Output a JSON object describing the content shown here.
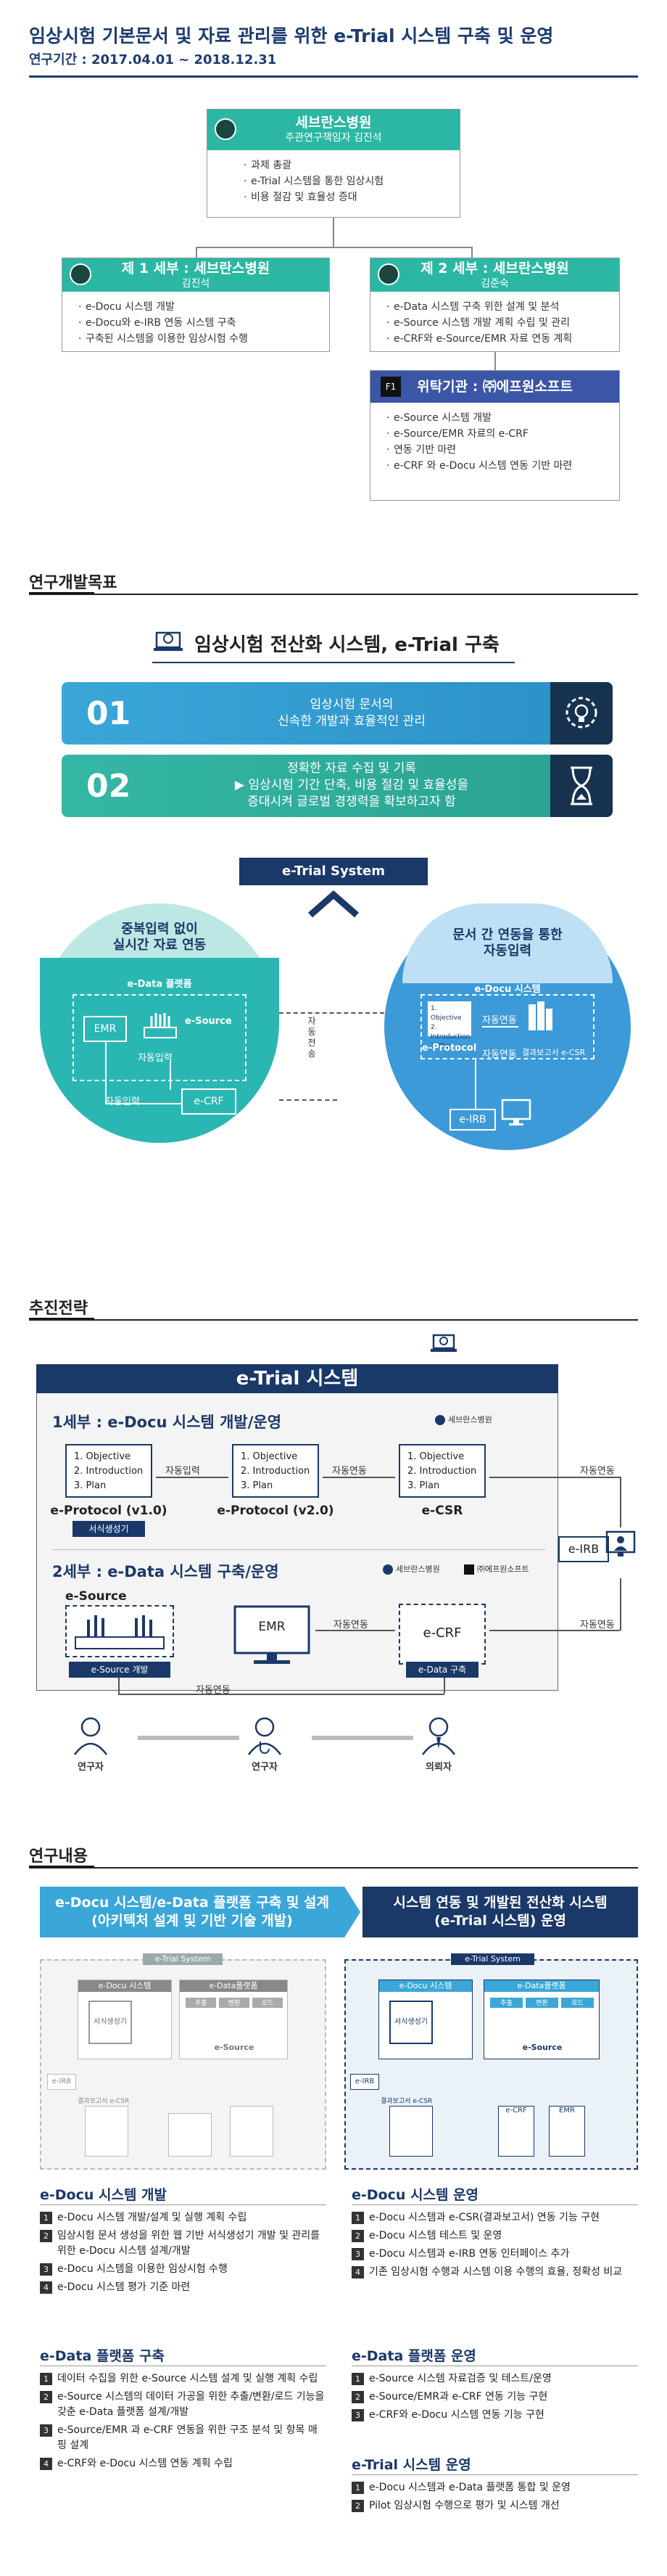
{
  "header": {
    "title": "임상시험 기본문서 및 자료 관리를 위한 e-Trial 시스템 구축 및 운영",
    "period": "연구기간 : 2017.04.01 ~ 2018.12.31"
  },
  "org": {
    "main": {
      "name": "세브란스병원",
      "sub": "주관연구책임자 김진석",
      "items": [
        "과제 총괄",
        "e-Trial 시스템을 통한 임상시험",
        "비용 절감 및 효율성 증대"
      ]
    },
    "sub1": {
      "name": "제 1 세부 : 세브란스병원",
      "sub": "김진석",
      "items": [
        "e-Docu 시스템 개발",
        "e-Docu와 e-IRB 연동 시스템 구축",
        "구축된 시스템을 이용한 임상시험 수행"
      ]
    },
    "sub2": {
      "name": "제 2 세부 : 세브란스병원",
      "sub": "김준숙",
      "items": [
        "e-Data 시스템 구축 위한 설계 및 분석",
        "e-Source 시스템 개발 계획 수립 및 관리",
        "e-CRF와 e-Source/EMR 자료 연동 계획"
      ]
    },
    "contract": {
      "label": "위탁기관 : ㈜에프원소프트",
      "badge": "F1",
      "items": [
        "e-Source 시스템 개발",
        "e-Source/EMR 자료의 e-CRF",
        "연동 기반 마련",
        "e-CRF 와 e-Docu 시스템 연동 기반 마련"
      ]
    }
  },
  "goals": {
    "heading": "연구개발목표",
    "title": "임상시험 전산화 시스템, e-Trial 구축",
    "items": [
      {
        "num": "01",
        "lines": [
          "임상시험 문서의",
          "신속한 개발과 효율적인 관리"
        ]
      },
      {
        "num": "02",
        "lines": [
          "정확한 자료 수집 및 기록",
          "▶ 임상시험 기간 단축, 비용 절감 및 효율성을",
          "증대시켜 글로벌 경쟁력을 확보하고자 함"
        ]
      }
    ]
  },
  "system": {
    "tag": "e-Trial System",
    "left": {
      "title": [
        "중복입력 없이",
        "실시간 자료 연동"
      ],
      "platform": "e-Data 플랫폼",
      "emr": "EMR",
      "esource": "e-Source",
      "ecrf": "e-CRF",
      "auto1": "자동입력",
      "auto2": "자동입력"
    },
    "middle": [
      "자",
      "동",
      "전",
      "송"
    ],
    "right": {
      "title": [
        "문서 간 연동을 통한",
        "자동입력"
      ],
      "system": "e-Docu 시스템",
      "obj": [
        "1. Objective",
        "2. Introduction",
        "3. Plan"
      ],
      "eprotocol": "e-Protocol",
      "auto1": "자동연동",
      "auto2": "자동연동",
      "ecsr": "결과보고서 e-CSR",
      "eirb": "e-IRB"
    }
  },
  "strategy": {
    "heading": "추진전략",
    "box_title": "e-Trial 시스템",
    "s1": "1세부 : e-Docu 시스템 개발/운영",
    "s1_logo": "세브란스병원",
    "s2": "2세부 : e-Data 시스템 구축/운영",
    "s2_logo1": "세브란스병원",
    "s2_logo2": "㈜에프원소프트",
    "obj": [
      "1. Objective",
      "2. Introduction",
      "3. Plan"
    ],
    "doc1": "e-Protocol (v1.0)",
    "doc1_pill": "서식생성기",
    "doc2": "e-Protocol (v2.0)",
    "doc3": "e-CSR",
    "auto_input": "자동입력",
    "auto_link": "자동연동",
    "eirb": "e-IRB",
    "esource": "e-Source",
    "esource_pill": "e-Source 개발",
    "emr": "EMR",
    "ecrf": "e-CRF",
    "edata_pill": "e-Data 구축",
    "link_esrc": "자동연동",
    "link_emr": "자동연동",
    "link_irb": "자동연동",
    "people": [
      "연구자",
      "연구자",
      "의뢰자"
    ]
  },
  "content": {
    "heading": "연구내용",
    "banner_left": [
      "e-Docu 시스템/e-Data 플랫폼 구축 및 설계",
      "(아키텍처 설계 및 기반 기술 개발)"
    ],
    "banner_right": [
      "시스템 연동 및 개발된 전산화 시스템",
      "(e-Trial 시스템) 운영"
    ],
    "panel_tag": "e-Trial System",
    "mini": {
      "edocu": "e-Docu 시스템",
      "edata": "e-Data플랫폼",
      "form": "서식생성기",
      "cols": [
        "추출",
        "변환",
        "로드"
      ],
      "esource": "e-Source",
      "eirb": "e-IRB",
      "csr": "결과보고서 e-CSR",
      "emr": "EMR",
      "ecrf": "e-CRF"
    },
    "left": [
      {
        "title": "e-Docu 시스템 개발",
        "items": [
          "e-Docu 시스템 개발/설계 및 실행 계획 수립",
          "임상시험 문서 생성을 위한 웹 기반 서식생성기 개발 및 관리를 위한 e-Docu 시스템 설계/개발",
          "e-Docu 시스템을 이용한 임상시험 수행",
          "e-Docu 시스템 평가 기준 마련"
        ]
      },
      {
        "title": "e-Data 플랫폼 구축",
        "items": [
          "데이터 수집을 위한 e-Source 시스템 설계 및 실행 계획 수립",
          "e-Source 시스템의 데이터 가공을 위한 추출/변환/로드 기능을 갖춘 e-Data 플랫폼 설계/개발",
          "e-Source/EMR 과 e-CRF 연동을 위한 구조 분석 및 항목 매핑 설계",
          "e-CRF와 e-Docu 시스템 연동 계획 수립"
        ]
      }
    ],
    "right": [
      {
        "title": "e-Docu 시스템 운영",
        "items": [
          "e-Docu 시스템과 e-CSR(결과보고서) 연동 기능 구현",
          "e-Docu 시스템 테스트 및 운영",
          "e-Docu 시스템과 e-IRB 연동 인터페이스 추가",
          "기존 임상시험 수행과 시스템 이용 수행의 효율, 정확성 비교"
        ]
      },
      {
        "title": "e-Data 플랫폼 운영",
        "items": [
          "e-Source 시스템 자료검증 및 테스트/운영",
          "e-Source/EMR과 e-CRF 연동 기능 구현",
          "e-CRF와 e-Docu 시스템 연동 기능 구현"
        ]
      },
      {
        "title": "e-Trial 시스템 운영",
        "items": [
          "e-Docu 시스템과 e-Data 플랫폼 통합 및 운영",
          "Pilot 임상시험 수행으로 평가 및 시스템 개선"
        ]
      }
    ]
  }
}
